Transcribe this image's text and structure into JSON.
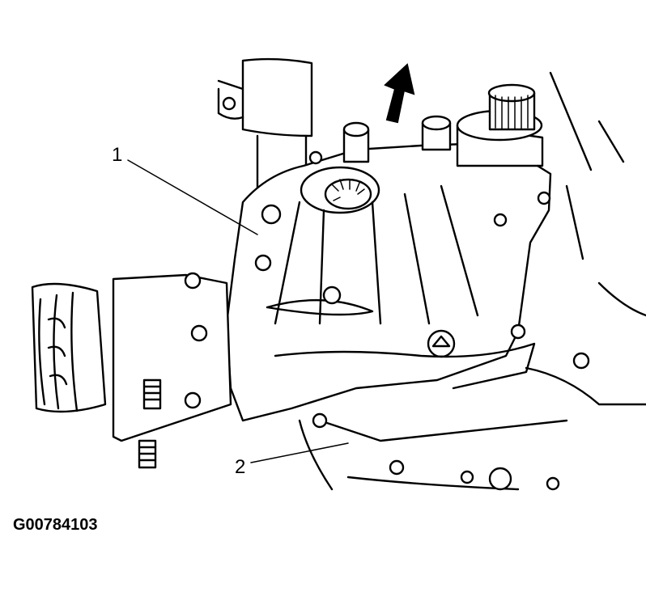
{
  "figure": {
    "id": "G00784103",
    "callouts": [
      {
        "label": "1"
      },
      {
        "label": "2"
      }
    ],
    "direction_icon": "arrow-up-right-icon"
  }
}
